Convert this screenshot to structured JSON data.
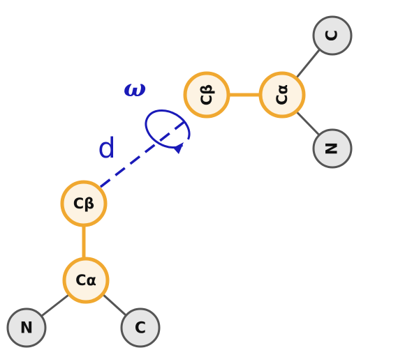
{
  "atoms": {
    "residue1": {
      "n": "N",
      "c": "C",
      "calpha": "Cα",
      "cbeta": "Cβ"
    },
    "residue2": {
      "n": "N",
      "c": "C",
      "calpha": "Cα",
      "cbeta": "Cβ"
    }
  },
  "parameters": {
    "distance": "d",
    "dihedral": "ω"
  },
  "colors": {
    "backbone_atom_fill": "#e6e6e6",
    "backbone_atom_stroke": "#555555",
    "side_atom_fill": "#fdf3e3",
    "side_atom_stroke": "#f0a830",
    "bond_gray": "#555555",
    "bond_orange": "#f0a830",
    "parameter_blue": "#1a1ab8"
  }
}
